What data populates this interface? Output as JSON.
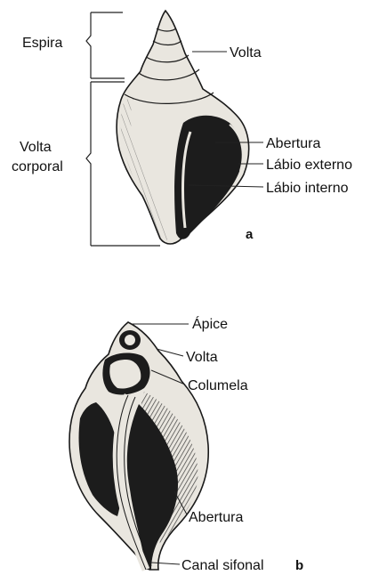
{
  "figure_a": {
    "panel_label": "a",
    "labels": {
      "espira": "Espira",
      "volta": "Volta",
      "volta_corporal_line1": "Volta",
      "volta_corporal_line2": "corporal",
      "abertura": "Abertura",
      "labio_externo": "Lábio externo",
      "labio_interno": "Lábio interno"
    }
  },
  "figure_b": {
    "panel_label": "b",
    "labels": {
      "apice": "Ápice",
      "volta": "Volta",
      "columela": "Columela",
      "abertura": "Abertura",
      "canal_sifonal": "Canal sifonal"
    }
  }
}
